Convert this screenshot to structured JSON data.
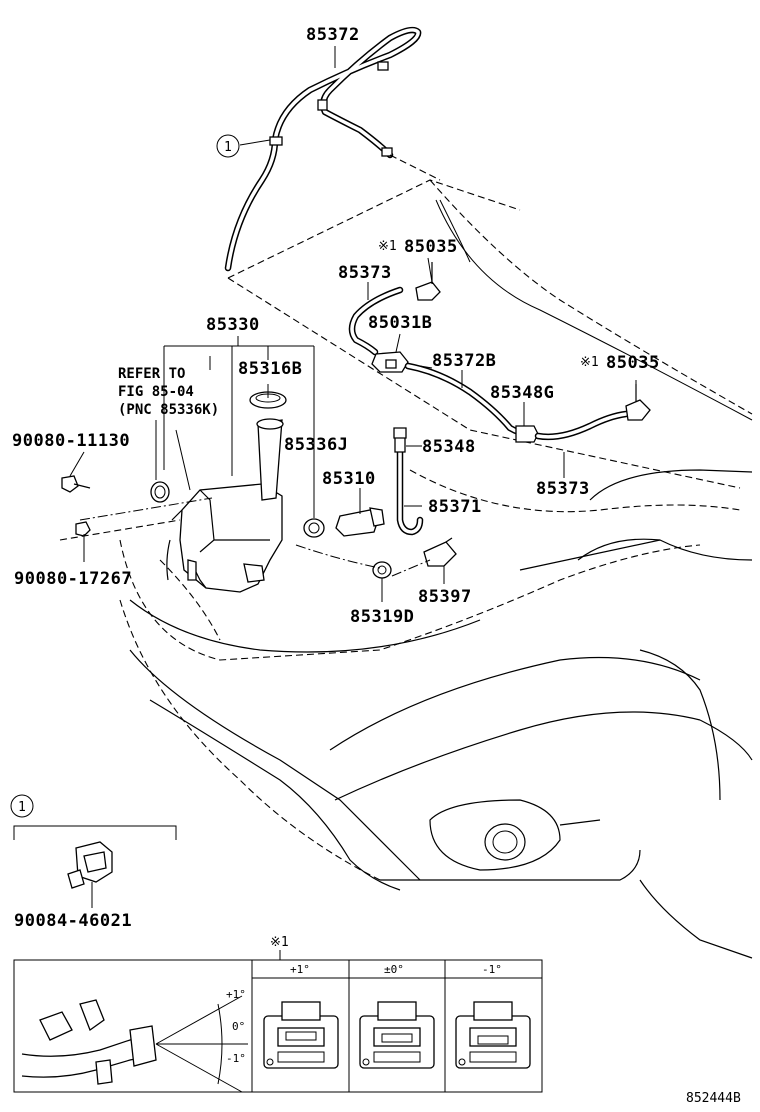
{
  "callouts": {
    "p85372": "85372",
    "p85035_a": "85035",
    "p85035_b": "85035",
    "mark_a": "※1",
    "mark_b": "※1",
    "p85373_a": "85373",
    "p85031B": "85031B",
    "p85330": "85330",
    "p85372B": "85372B",
    "p85316B": "85316B",
    "p85348G": "85348G",
    "p85336J": "85336J",
    "p85348": "85348",
    "p85310": "85310",
    "p85371": "85371",
    "p85373_b": "85373",
    "p90080_11130": "90080-11130",
    "p90080_17267": "90080-17267",
    "p85397": "85397",
    "p85319D": "85319D",
    "circle_ref": "1"
  },
  "refer_note": {
    "line1": "REFER TO",
    "line2": "FIG 85-04",
    "line3": "(PNC 85336K)"
  },
  "detail_1": {
    "circle_label": "1",
    "part_number": "90084-46021"
  },
  "adjust_table": {
    "mark": "※1",
    "columns": [
      "+1°",
      "±0°",
      "-1°"
    ],
    "angle_labels": [
      "+1°",
      "0°",
      "-1°"
    ]
  },
  "illustration_code": "852444B"
}
